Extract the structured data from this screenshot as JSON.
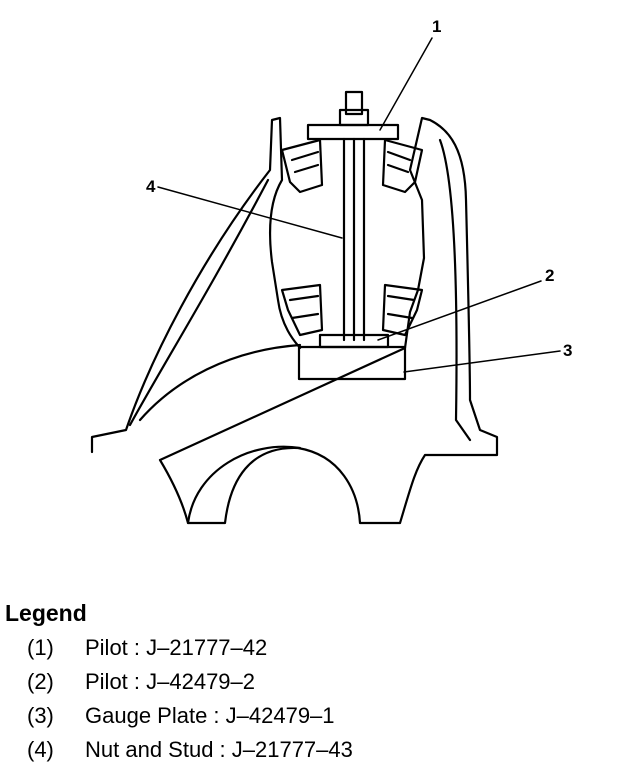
{
  "callouts": [
    {
      "num": "1"
    },
    {
      "num": "2"
    },
    {
      "num": "3"
    },
    {
      "num": "4"
    }
  ],
  "legend": {
    "title": "Legend",
    "items": [
      {
        "num": "(1)",
        "text": "Pilot : J–21777–42"
      },
      {
        "num": "(2)",
        "text": "Pilot : J–42479–2"
      },
      {
        "num": "(3)",
        "text": "Gauge Plate : J–42479–1"
      },
      {
        "num": "(4)",
        "text": "Nut and Stud : J–21777–43"
      }
    ]
  }
}
